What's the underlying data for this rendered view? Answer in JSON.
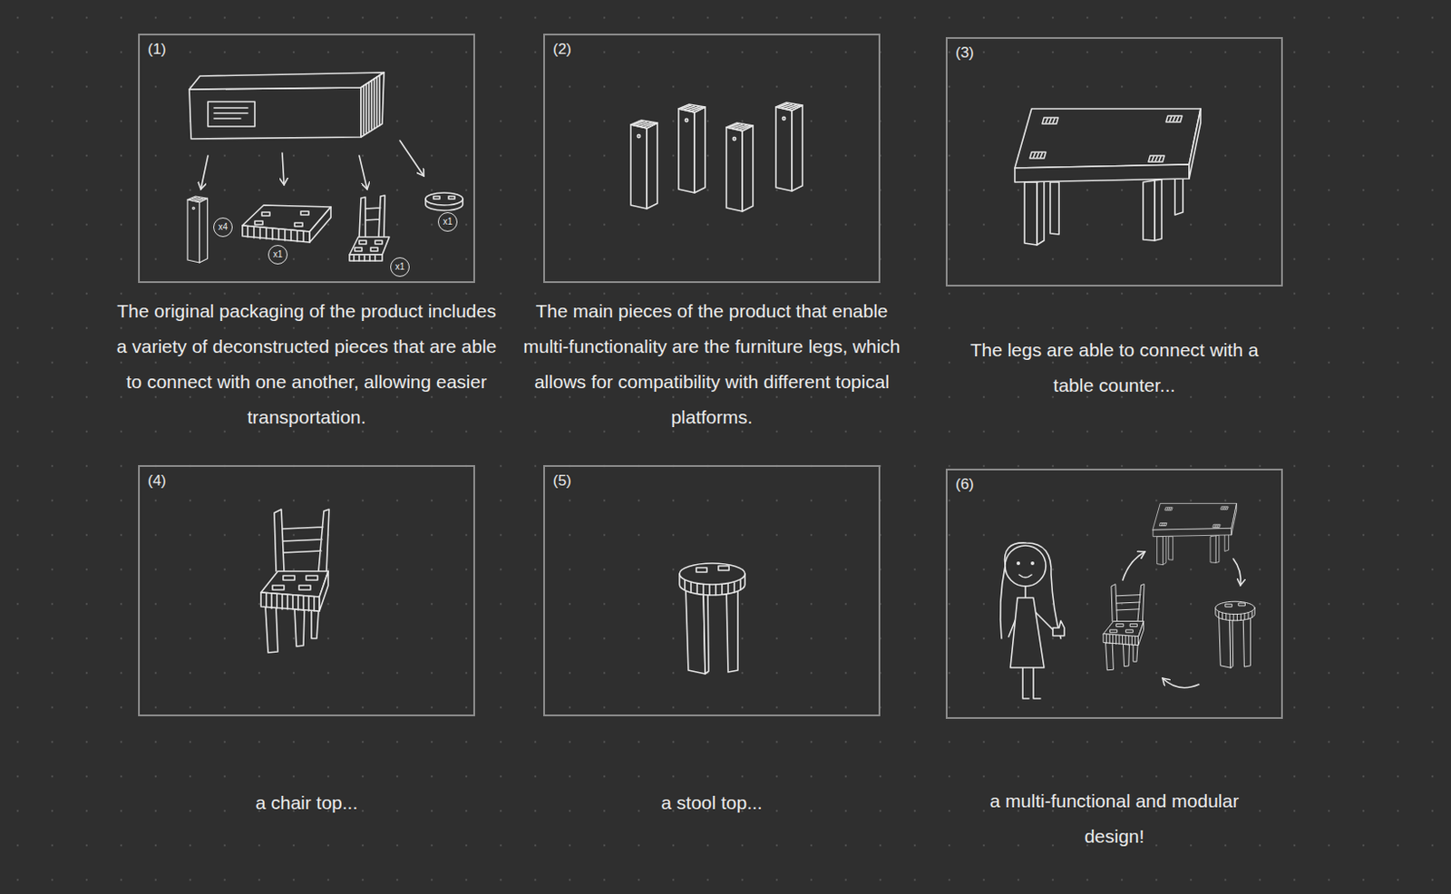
{
  "diagram": {
    "nodes": [
      {
        "text": [
          "(1)",
          "The original packaging of the product includes a variety of deconstructed pieces that are able to connect with one another, allowing easier transportation."
        ]
      },
      {
        "text": [
          "x4"
        ],
        "in": 0
      },
      {
        "text": [
          "x1"
        ],
        "in": 0
      },
      {
        "text": [
          "x1"
        ],
        "in": 0
      },
      {
        "text": [
          "x1"
        ],
        "in": 0
      },
      {
        "text": [
          "(2)",
          "The main pieces of the product that enable multi-functionality are the furniture legs, which allows for compatibility with different topical platforms."
        ]
      },
      {
        "text": [
          "(3)",
          "The legs are able to connect with a table counter..."
        ]
      },
      {
        "text": [
          "(4)",
          "a chair top..."
        ]
      },
      {
        "text": [
          "(5)",
          "a stool top..."
        ]
      },
      {
        "text": [
          "(6)",
          "a multi-functional and modular design!"
        ]
      }
    ]
  }
}
